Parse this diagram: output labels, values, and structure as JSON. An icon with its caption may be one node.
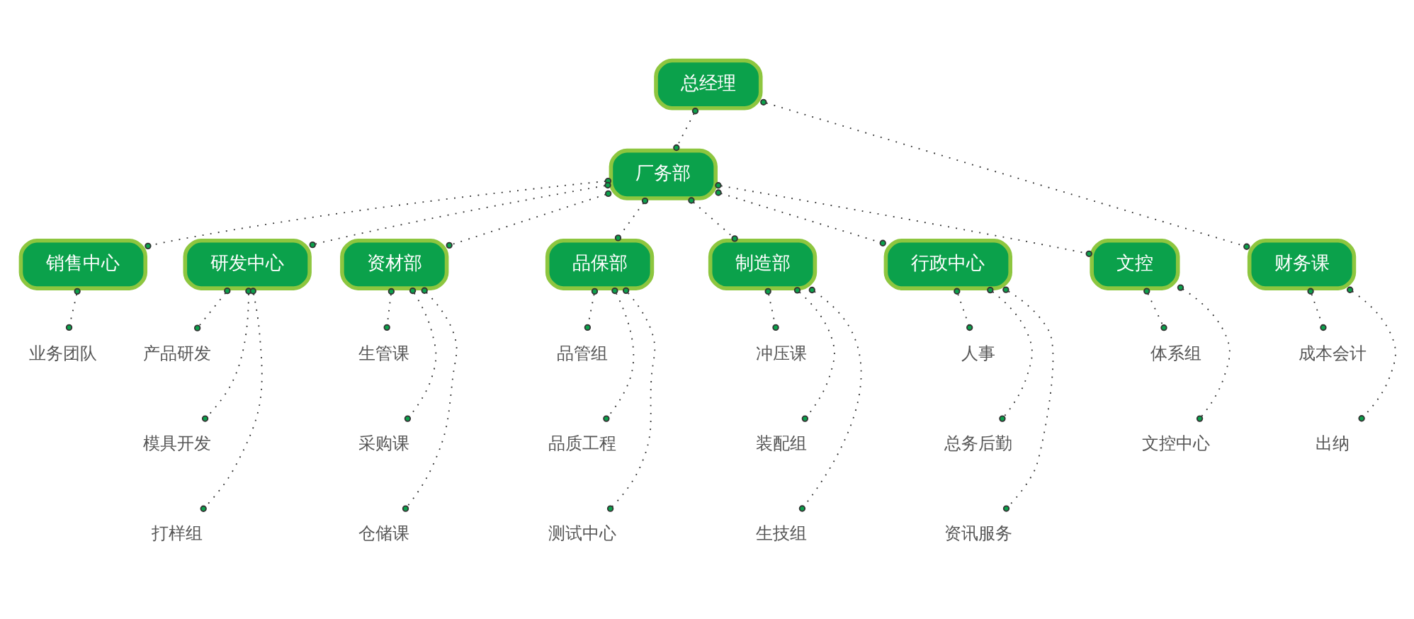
{
  "diagram": {
    "nodes": [
      {
        "text": [
          "总经理"
        ]
      },
      {
        "text": [
          "厂务部"
        ]
      },
      {
        "text": [
          "销售中心"
        ]
      },
      {
        "text": [
          "研发中心"
        ]
      },
      {
        "text": [
          "资材部"
        ]
      },
      {
        "text": [
          "品保部"
        ]
      },
      {
        "text": [
          "制造部"
        ]
      },
      {
        "text": [
          "行政中心"
        ]
      },
      {
        "text": [
          "文控"
        ]
      },
      {
        "text": [
          "财务课"
        ]
      },
      {
        "text": [
          "业务团队"
        ]
      },
      {
        "text": [
          "产品研发"
        ]
      },
      {
        "text": [
          "模具开发"
        ]
      },
      {
        "text": [
          "打样组"
        ]
      },
      {
        "text": [
          "生管课"
        ]
      },
      {
        "text": [
          "采购课"
        ]
      },
      {
        "text": [
          "仓储课"
        ]
      },
      {
        "text": [
          "品管组"
        ]
      },
      {
        "text": [
          "品质工程"
        ]
      },
      {
        "text": [
          "测试中心"
        ]
      },
      {
        "text": [
          "冲压课"
        ]
      },
      {
        "text": [
          "装配组"
        ]
      },
      {
        "text": [
          "生技组"
        ]
      },
      {
        "text": [
          "人事"
        ]
      },
      {
        "text": [
          "总务后勤"
        ]
      },
      {
        "text": [
          "资讯服务"
        ]
      },
      {
        "text": [
          "体系组"
        ]
      },
      {
        "text": [
          "文控中心"
        ]
      },
      {
        "text": [
          "成本会计"
        ]
      },
      {
        "text": [
          "出纳"
        ]
      }
    ],
    "edges": [
      {
        "from": 0,
        "to": 1,
        "arrow": "other"
      },
      {
        "from": 0,
        "to": 9,
        "arrow": "other"
      },
      {
        "from": 1,
        "to": 2,
        "arrow": "other"
      },
      {
        "from": 1,
        "to": 3,
        "arrow": "other"
      },
      {
        "from": 1,
        "to": 4,
        "arrow": "other"
      },
      {
        "from": 1,
        "to": 5,
        "arrow": "other"
      },
      {
        "from": 1,
        "to": 6,
        "arrow": "other"
      },
      {
        "from": 1,
        "to": 7,
        "arrow": "other"
      },
      {
        "from": 1,
        "to": 8,
        "arrow": "other"
      },
      {
        "from": 2,
        "to": 10,
        "arrow": "other"
      },
      {
        "from": 3,
        "to": 11,
        "arrow": "other"
      },
      {
        "from": 3,
        "to": 12,
        "arrow": "other"
      },
      {
        "from": 3,
        "to": 13,
        "arrow": "other"
      },
      {
        "from": 4,
        "to": 14,
        "arrow": "other"
      },
      {
        "from": 4,
        "to": 15,
        "arrow": "other"
      },
      {
        "from": 4,
        "to": 16,
        "arrow": "other"
      },
      {
        "from": 5,
        "to": 17,
        "arrow": "other"
      },
      {
        "from": 5,
        "to": 18,
        "arrow": "other"
      },
      {
        "from": 5,
        "to": 19,
        "arrow": "other"
      },
      {
        "from": 6,
        "to": 20,
        "arrow": "other"
      },
      {
        "from": 6,
        "to": 21,
        "arrow": "other"
      },
      {
        "from": 6,
        "to": 22,
        "arrow": "other"
      },
      {
        "from": 7,
        "to": 23,
        "arrow": "other"
      },
      {
        "from": 7,
        "to": 24,
        "arrow": "other"
      },
      {
        "from": 7,
        "to": 25,
        "arrow": "other"
      },
      {
        "from": 8,
        "to": 26,
        "arrow": "other"
      },
      {
        "from": 8,
        "to": 27,
        "arrow": "other"
      },
      {
        "from": 9,
        "to": 28,
        "arrow": "other"
      },
      {
        "from": 9,
        "to": 29,
        "arrow": "other"
      }
    ]
  }
}
